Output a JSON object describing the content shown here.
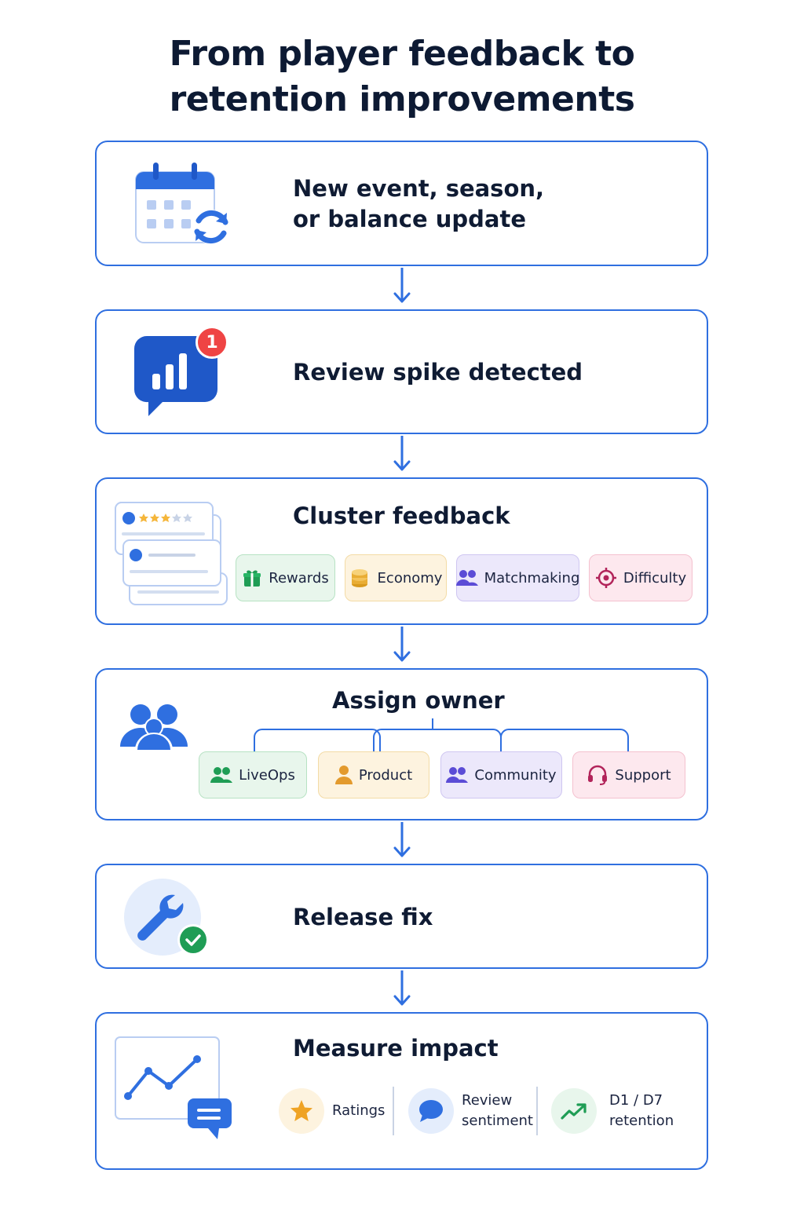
{
  "title": {
    "line1": "From player feedback to",
    "line2": "retention improvements"
  },
  "colors": {
    "accent": "#2f6fe0",
    "badge": "#ef4444",
    "green": "#1f9d55"
  },
  "steps": [
    {
      "icon": "calendar-refresh-icon",
      "line1": "New event, season,",
      "line2": "or balance update"
    },
    {
      "icon": "chart-message-icon",
      "badge": "1",
      "text": "Review spike detected"
    },
    {
      "icon": "review-cards-icon",
      "text": "Cluster feedback",
      "chips": [
        {
          "label": "Rewards",
          "icon": "gift-icon"
        },
        {
          "label": "Economy",
          "icon": "coins-icon"
        },
        {
          "label": "Matchmaking",
          "icon": "people-icon"
        },
        {
          "label": "Difficulty",
          "icon": "target-icon"
        }
      ]
    },
    {
      "icon": "team-icon",
      "text": "Assign owner",
      "chips": [
        {
          "label": "LiveOps",
          "icon": "people-icon"
        },
        {
          "label": "Product",
          "icon": "person-icon"
        },
        {
          "label": "Community",
          "icon": "people-icon"
        },
        {
          "label": "Support",
          "icon": "headset-icon"
        }
      ]
    },
    {
      "icon": "wrench-check-icon",
      "text": "Release fix"
    },
    {
      "icon": "line-chart-message-icon",
      "text": "Measure impact",
      "metrics": [
        {
          "line1": "Ratings",
          "icon": "star-icon"
        },
        {
          "line1": "Review",
          "line2": "sentiment",
          "icon": "speech-bubble-icon"
        },
        {
          "line1": "D1 / D7",
          "line2": "retention",
          "icon": "trend-up-icon"
        }
      ]
    }
  ]
}
